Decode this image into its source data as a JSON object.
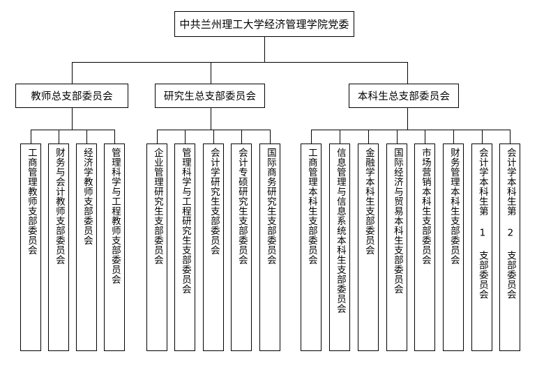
{
  "chart_data": {
    "type": "diagram",
    "diagram_type": "organizational-chart",
    "title": "中共兰州理工大学经济管理学院党委",
    "orientation": "top-down",
    "levels": 3,
    "node_count": 21
  },
  "root": {
    "label": "中共兰州理工大学经济管理学院党委"
  },
  "branches": [
    {
      "label": "教师总支部委员会",
      "leaves": [
        {
          "label": "工商管理教师支部委员会"
        },
        {
          "label": "财务与会计教师支部委员会"
        },
        {
          "label": "经济学教师支部委员会"
        },
        {
          "label": "管理科学与工程教师支部委员会"
        }
      ]
    },
    {
      "label": "研究生总支部委员会",
      "leaves": [
        {
          "label": "企业管理研究生支部委员会"
        },
        {
          "label": "管理科学与工程研究生支部委员会"
        },
        {
          "label": "会计学研究生支部委员会"
        },
        {
          "label": "会计专硕研究生支部委员会"
        },
        {
          "label": "国际商务研究生支部委员会"
        }
      ]
    },
    {
      "label": "本科生总支部委员会",
      "leaves": [
        {
          "label": "工商管理本科生支部委员会"
        },
        {
          "label": "信息管理与信息系统本科生支部委员会"
        },
        {
          "label": "金融学本科生支部委员会"
        },
        {
          "label": "国际经济与贸易本科生支部委员会"
        },
        {
          "label": "市场营销本科生支部委员会"
        },
        {
          "label": "财务管理本科生支部委员会"
        },
        {
          "label": "会计学本科生第 1 支部委员会"
        },
        {
          "label": "会计学本科生第 2 支部委员会"
        }
      ]
    }
  ],
  "style": {
    "line_color": "#000000",
    "box_border_color": "#000000",
    "background": "#ffffff",
    "text_color": "#000000"
  }
}
